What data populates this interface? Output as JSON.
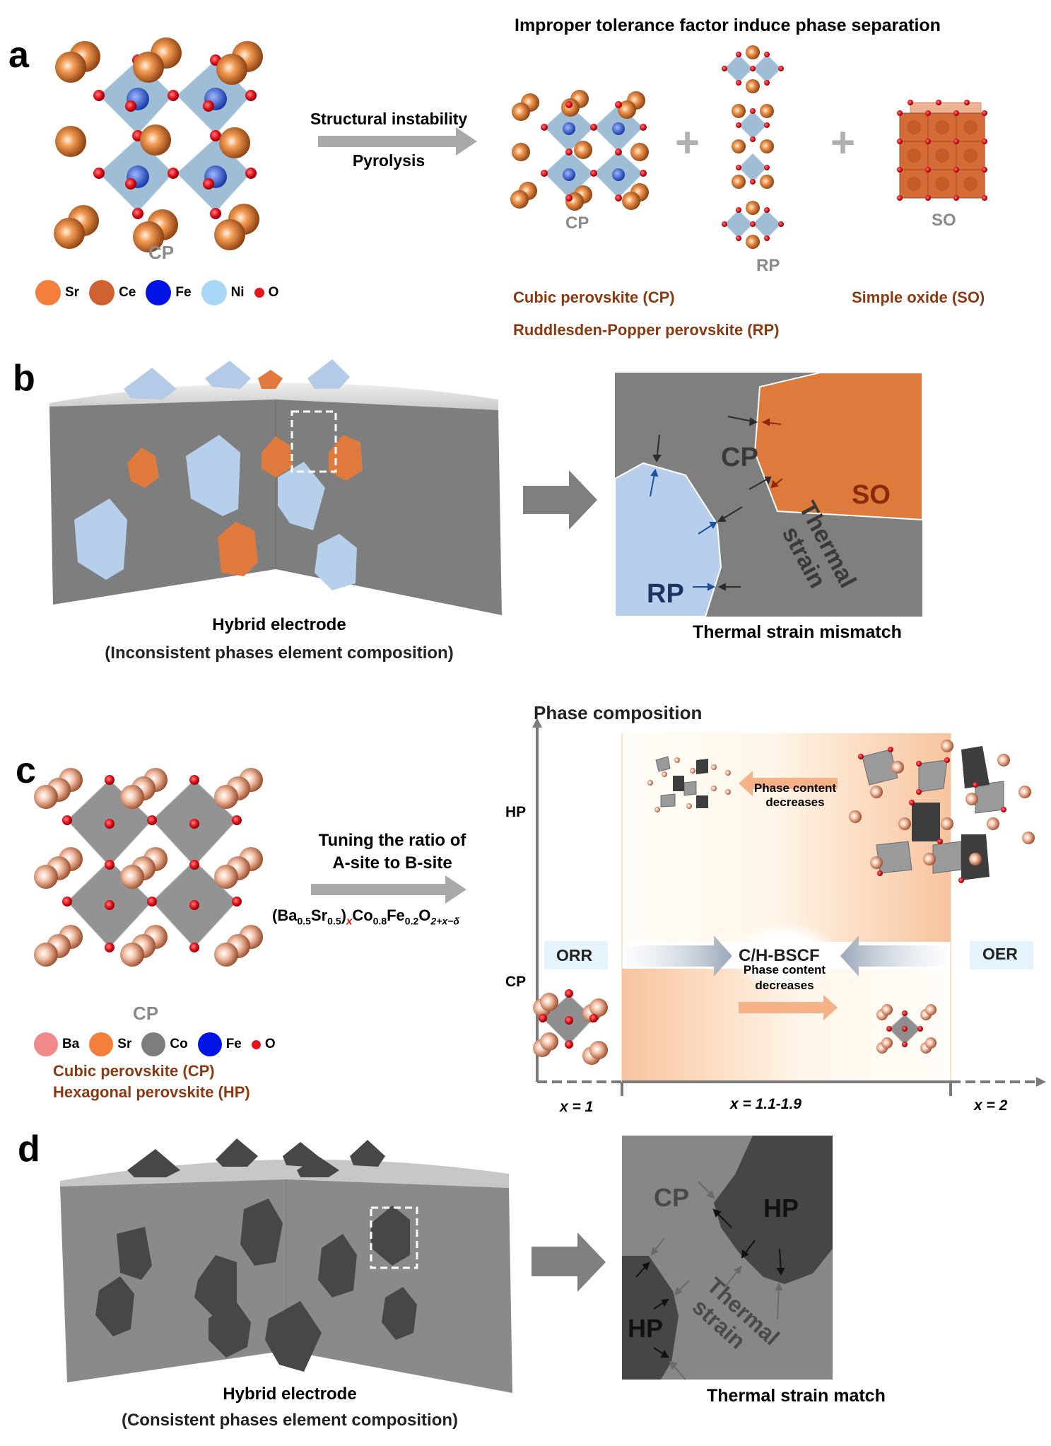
{
  "panels": {
    "a": {
      "letter": "a",
      "left_structure_label": "CP",
      "arrow_top_label": "Structural instability",
      "arrow_bottom_label": "Pyrolysis",
      "title": "Improper tolerance factor induce phase separation",
      "products": [
        {
          "label": "CP"
        },
        {
          "label": "RP"
        },
        {
          "label": "SO"
        }
      ],
      "plus_symbol": "+",
      "legend": [
        {
          "element": "Sr",
          "color": "#f47e3c"
        },
        {
          "element": "Ce",
          "color": "#cf6231"
        },
        {
          "element": "Fe",
          "color": "#0014e6"
        },
        {
          "element": "Ni",
          "color": "#a8d8f5"
        },
        {
          "element": "O",
          "color": "#e8141a"
        }
      ],
      "phase_names": {
        "cp": "Cubic perovskite (CP)",
        "rp": "Ruddlesden-Popper perovskite (RP)",
        "so": "Simple oxide (SO)"
      }
    },
    "b": {
      "letter": "b",
      "electrode_title": "Hybrid electrode",
      "electrode_subtitle": "(Inconsistent phases element composition)",
      "zoom_labels": {
        "cp": "CP",
        "rp": "RP",
        "so": "SO",
        "strain_line1": "Thermal",
        "strain_line2": "strain"
      },
      "zoom_caption": "Thermal strain mismatch"
    },
    "c": {
      "letter": "c",
      "left_structure_label": "CP",
      "arrow_top_line1": "Tuning the ratio of",
      "arrow_top_line2": "A-site to B-site",
      "formula": {
        "p1": "(Ba",
        "s1": "0.5",
        "p2": "Sr",
        "s2": "0.5",
        "p3": ")",
        "x": "x",
        "p4": "Co",
        "s4": "0.8",
        "p5": "Fe",
        "s5": "0.2",
        "p6": "O",
        "s6": "2+x−δ"
      },
      "legend": [
        {
          "element": "Ba",
          "color": "#f08a8a"
        },
        {
          "element": "Sr",
          "color": "#f47e3c"
        },
        {
          "element": "Co",
          "color": "#7d7d7d"
        },
        {
          "element": "Fe",
          "color": "#0014e6"
        },
        {
          "element": "O",
          "color": "#e8141a"
        }
      ],
      "phase_names": {
        "cp": "Cubic perovskite (CP)",
        "hp": "Hexagonal perovskite (HP)"
      },
      "diagram": {
        "y_axis_title": "Phase composition",
        "y_labels": [
          "HP",
          "CP"
        ],
        "x_labels": [
          "x = 1",
          "x = 1.1-1.9",
          "x = 2"
        ],
        "center_label": "C/H-BSCF",
        "left_tag": "ORR",
        "right_tag": "OER",
        "hp_arrow_line1": "Phase content",
        "hp_arrow_line2": "decreases",
        "cp_arrow_line1": "Phase content",
        "cp_arrow_line2": "decreases"
      }
    },
    "d": {
      "letter": "d",
      "electrode_title": "Hybrid electrode",
      "electrode_subtitle": "(Consistent phases element composition)",
      "zoom_labels": {
        "cp": "CP",
        "hp_top": "HP",
        "hp_bottom": "HP",
        "strain_line1": "Thermal",
        "strain_line2": "strain"
      },
      "zoom_caption": "Thermal strain match"
    }
  },
  "colors": {
    "phase_label_brown": "#8a3a12",
    "arrow_gray": "#a9a9a9",
    "cp_matrix_b": "#7f7f7f",
    "rp_blue": "#b7cfec",
    "so_orange": "#dd7a3c",
    "hp_dark": "#464646",
    "cp_matrix_d": "#878787",
    "gradient_orange": "#f9c7a0"
  }
}
